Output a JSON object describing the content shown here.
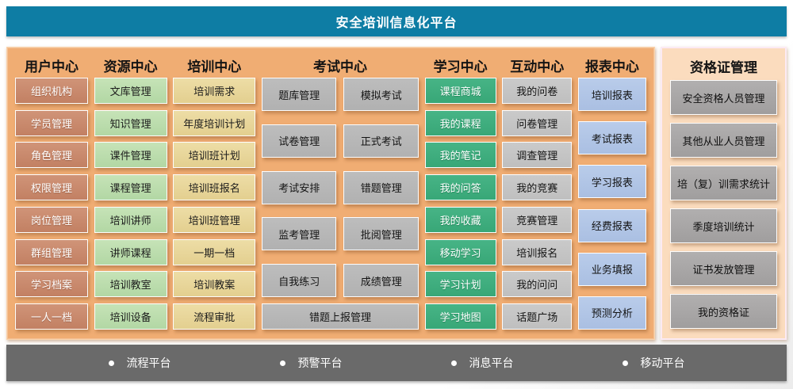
{
  "title": "安全培训信息化平台",
  "colors": {
    "banner": "#0e7da4",
    "panel_orange": "#f0ad73",
    "cert_panel_peach": "#fbdcbe",
    "footer_gray": "#6a6a6a",
    "btn_salmon": "#c98a6c",
    "btn_light_green": "#b9dcab",
    "btn_khaki": "#e7d597",
    "btn_gray": "#b5b5b5",
    "btn_green": "#3fae7e",
    "btn_light_gray": "#c6c6c6",
    "btn_blue": "#b1c5e7",
    "btn_dark_gray": "#a8a8a8"
  },
  "centers": [
    {
      "header": "用户中心",
      "items": [
        "组织机构",
        "学员管理",
        "角色管理",
        "权限管理",
        "岗位管理",
        "群组管理",
        "学习档案",
        "一人一档"
      ]
    },
    {
      "header": "资源中心",
      "items": [
        "文库管理",
        "知识管理",
        "课件管理",
        "课程管理",
        "培训讲师",
        "讲师课程",
        "培训教室",
        "培训设备"
      ]
    },
    {
      "header": "培训中心",
      "items": [
        "培训需求",
        "年度培训计划",
        "培训班计划",
        "培训班报名",
        "培训班管理",
        "一期一档",
        "培训教案",
        "流程审批"
      ]
    },
    {
      "header": "考试中心",
      "items": [
        "题库管理",
        "模拟考试",
        "试卷管理",
        "正式考试",
        "考试安排",
        "错题管理",
        "监考管理",
        "批阅管理",
        "自我练习",
        "成绩管理"
      ],
      "full_width_item": "错题上报管理"
    },
    {
      "header": "学习中心",
      "items": [
        "课程商城",
        "我的课程",
        "我的笔记",
        "我的问答",
        "我的收藏",
        "移动学习",
        "学习计划",
        "学习地图"
      ]
    },
    {
      "header": "互动中心",
      "items": [
        "我的问卷",
        "问卷管理",
        "调查管理",
        "我的竞赛",
        "竞赛管理",
        "培训报名",
        "我的问问",
        "话题广场"
      ]
    },
    {
      "header": "报表中心",
      "items": [
        "培训报表",
        "考试报表",
        "学习报表",
        "经费报表",
        "业务填报",
        "预测分析"
      ]
    }
  ],
  "certificate_panel": {
    "header": "资格证管理",
    "items": [
      "安全资格人员管理",
      "其他从业人员管理",
      "培（复）训需求统计",
      "季度培训统计",
      "证书发放管理",
      "我的资格证"
    ]
  },
  "footer_platforms": [
    "流程平台",
    "预警平台",
    "消息平台",
    "移动平台"
  ]
}
